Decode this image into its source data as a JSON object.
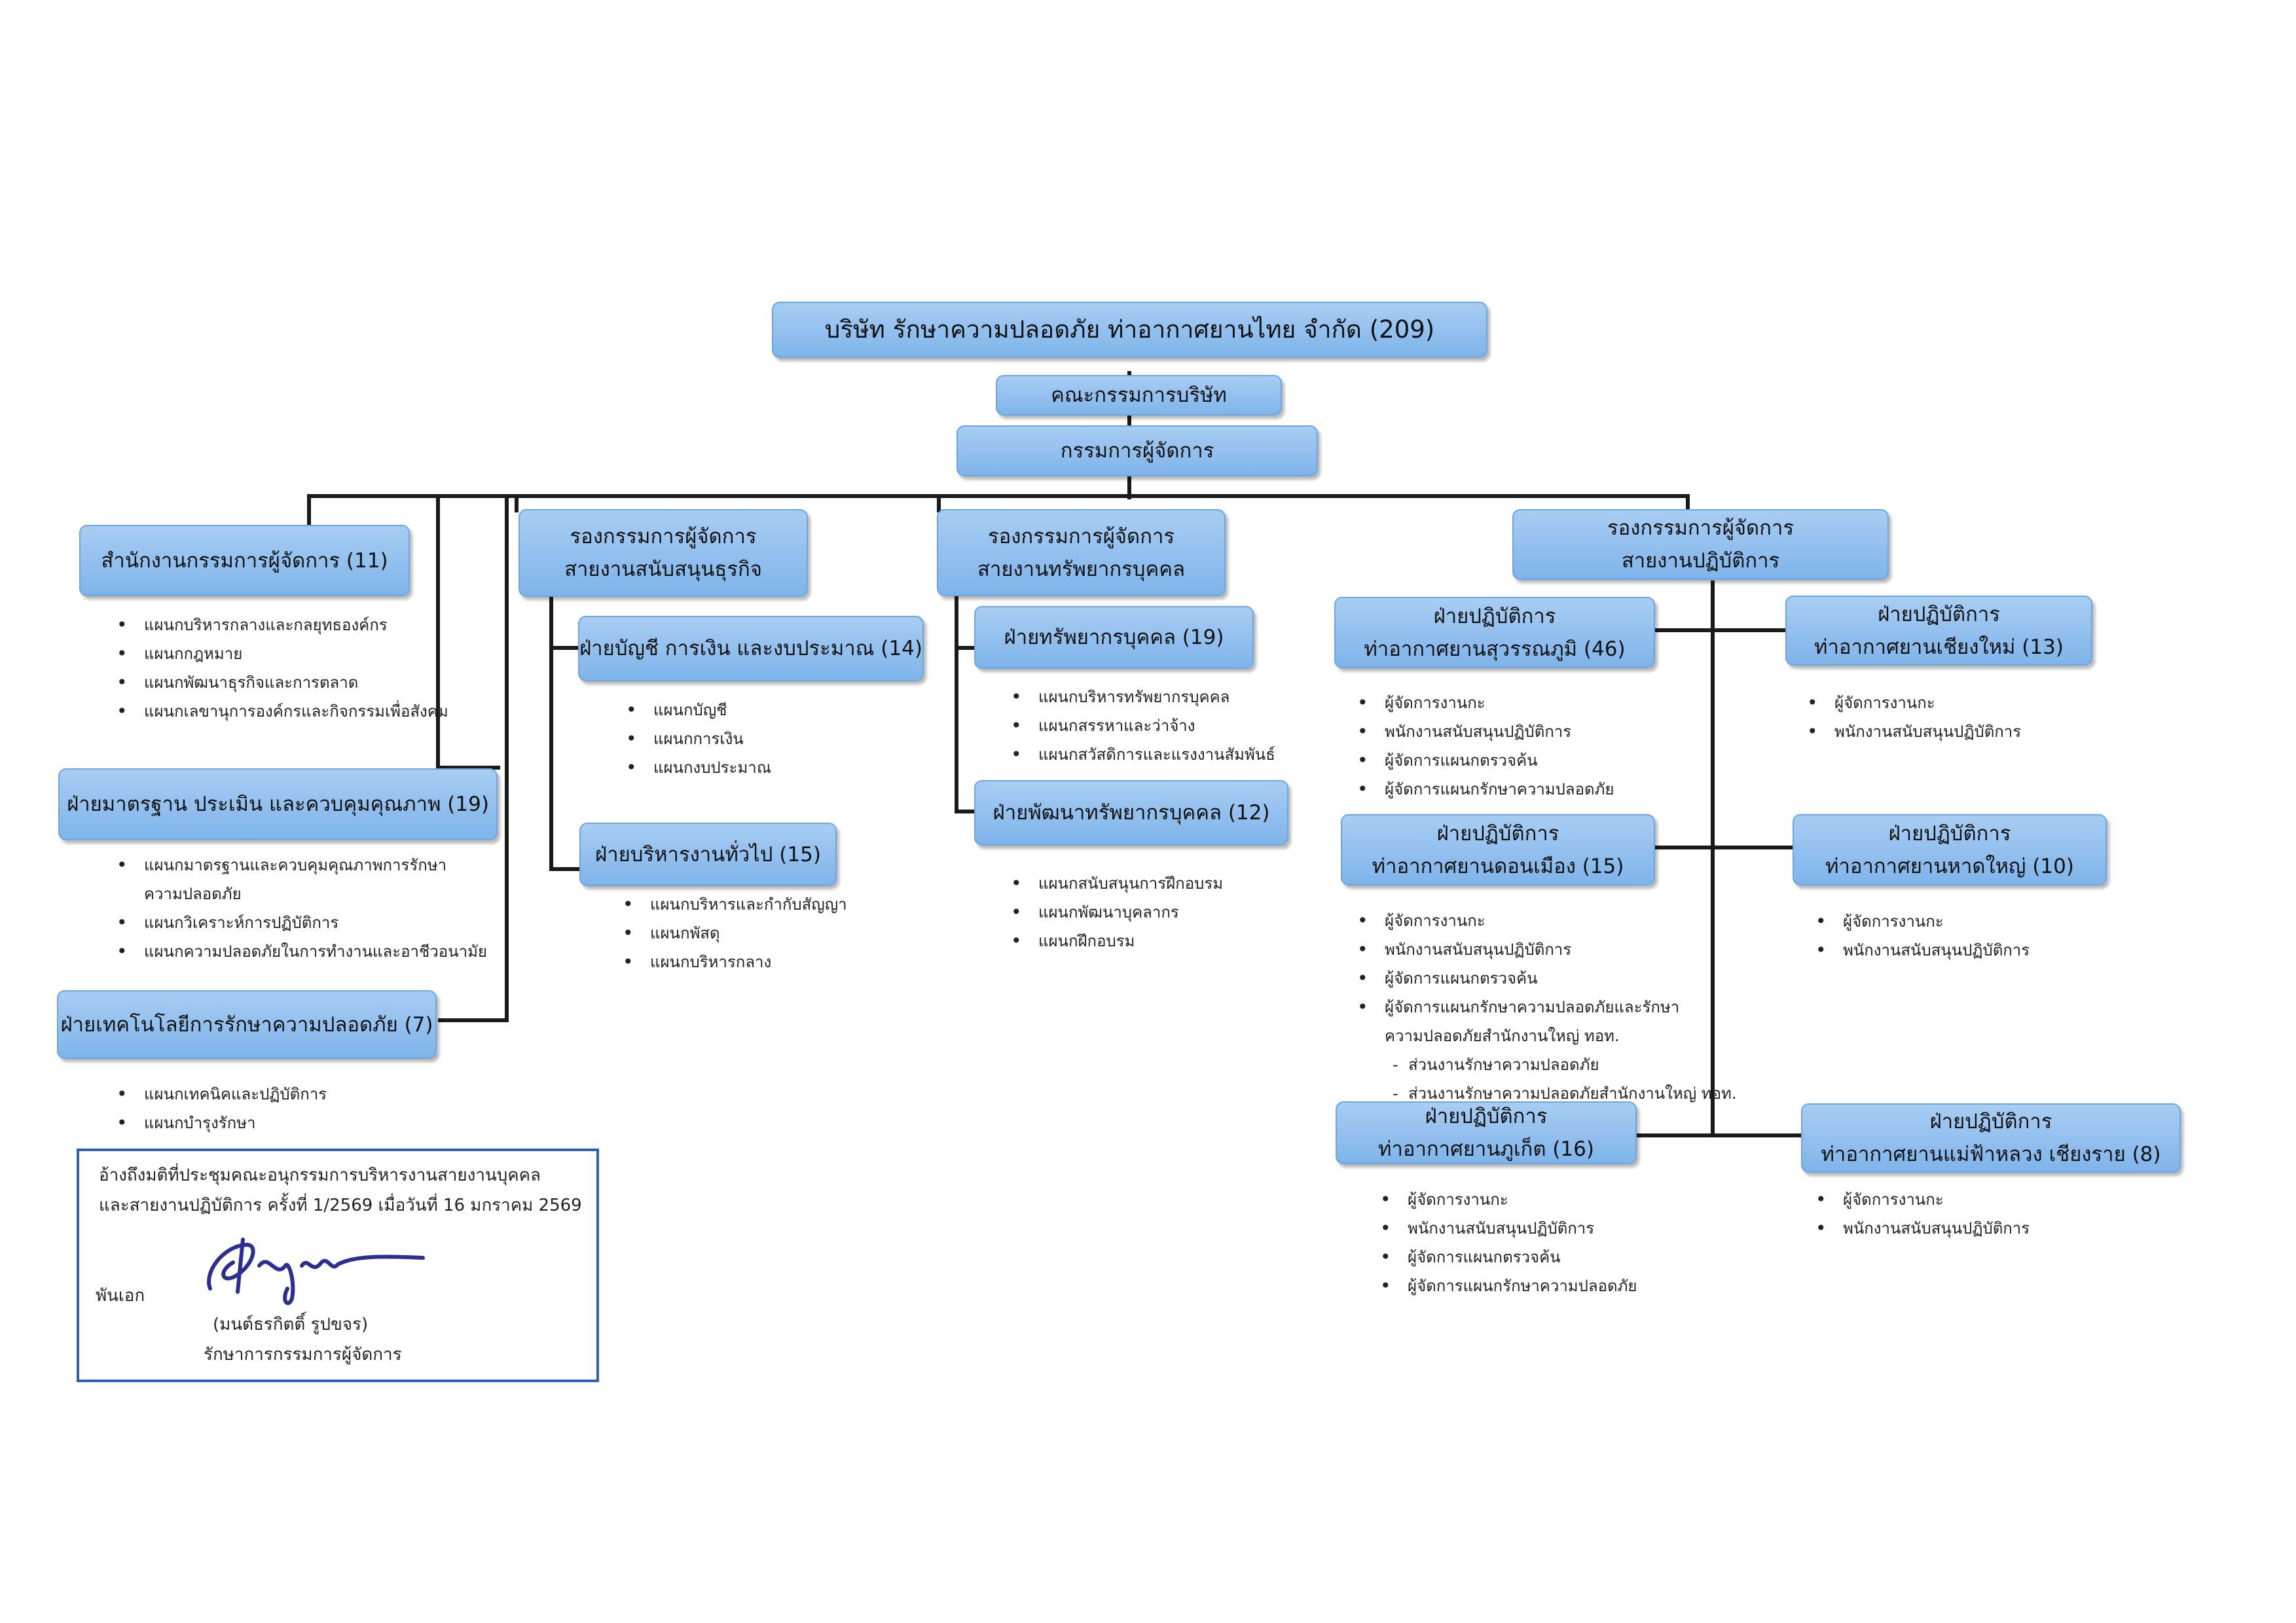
{
  "top": {
    "company": "บริษัท รักษาความปลอดภัย ท่าอากาศยานไทย จำกัด (209)",
    "board": "คณะกรรมการบริษัท",
    "md": "กรรมการผู้จัดการ"
  },
  "md_office": {
    "name": "สำนักงานกรรมการผู้จัดการ (11)",
    "items": [
      "แผนกบริหารกลางและกลยุทธองค์กร",
      "แผนกกฎหมาย",
      "แผนกพัฒนาธุรกิจและการตลาด",
      "แผนกเลขานุการองค์กรและกิจกรรมเพื่อสังคม"
    ]
  },
  "standards": {
    "name": "ฝ่ายมาตรฐาน ประเมิน และควบคุมคุณภาพ (19)",
    "items": [
      "แผนกมาตรฐานและควบคุมคุณภาพการรักษา",
      "ความปลอดภัย",
      "แผนกวิเคราะห์การปฏิบัติการ",
      "แผนกความปลอดภัยในการทำงานและอาชีวอนามัย"
    ]
  },
  "security_tech": {
    "name": "ฝ่ายเทคโนโลยีการรักษาความปลอดภัย (7)",
    "items": [
      "แผนกเทคนิคและปฏิบัติการ",
      "แผนกบำรุงรักษา"
    ]
  },
  "dmd_business": {
    "line1": "รองกรรมการผู้จัดการ",
    "line2": "สายงานสนับสนุนธุรกิจ",
    "finance": {
      "name": "ฝ่ายบัญชี การเงิน และงบประมาณ (14)",
      "items": [
        "แผนกบัญชี",
        "แผนกการเงิน",
        "แผนกงบประมาณ"
      ]
    },
    "admin": {
      "name": "ฝ่ายบริหารงานทั่วไป (15)",
      "items": [
        "แผนกบริหารและกำกับสัญญา",
        "แผนกพัสดุ",
        "แผนกบริหารกลาง"
      ]
    }
  },
  "dmd_hr": {
    "line1": "รองกรรมการผู้จัดการ",
    "line2": "สายงานทรัพยากรบุคคล",
    "hr": {
      "name": "ฝ่ายทรัพยากรบุคคล (19)",
      "items": [
        "แผนกบริหารทรัพยากรบุคคล",
        "แผนกสรรหาและว่าจ้าง",
        "แผนกสวัสดิการและแรงงานสัมพันธ์"
      ]
    },
    "hrd": {
      "name": "ฝ่ายพัฒนาทรัพยากรบุคคล (12)",
      "items": [
        "แผนกสนับสนุนการฝึกอบรม",
        "แผนกพัฒนาบุคลากร",
        "แผนกฝึกอบรม"
      ]
    }
  },
  "dmd_ops": {
    "line1": "รองกรรมการผู้จัดการ",
    "line2": "สายงานปฏิบัติการ",
    "bkk": {
      "line1": "ฝ่ายปฏิบัติการ",
      "line2": "ท่าอากาศยานสุวรรณภูมิ (46)",
      "items": [
        "ผู้จัดการงานกะ",
        "พนักงานสนับสนุนปฏิบัติการ",
        "ผู้จัดการแผนกตรวจค้น",
        "ผู้จัดการแผนกรักษาความปลอดภัย"
      ]
    },
    "cnx": {
      "line1": "ฝ่ายปฏิบัติการ",
      "line2": "ท่าอากาศยานเชียงใหม่ (13)",
      "items": [
        "ผู้จัดการงานกะ",
        "พนักงานสนับสนุนปฏิบัติการ"
      ]
    },
    "dmk": {
      "line1": "ฝ่ายปฏิบัติการ",
      "line2": "ท่าอากาศยานดอนเมือง (15)",
      "items": [
        "ผู้จัดการงานกะ",
        "พนักงานสนับสนุนปฏิบัติการ",
        "ผู้จัดการแผนกตรวจค้น",
        "ผู้จัดการแผนกรักษาความปลอดภัยและรักษา"
      ],
      "items_cont": "ความปลอดภัยสำนักงานใหญ่ ทอท.",
      "sub_items": [
        "ส่วนงานรักษาความปลอดภัย",
        "ส่วนงานรักษาความปลอดภัยสำนักงานใหญ่ ทอท."
      ]
    },
    "hdy": {
      "line1": "ฝ่ายปฏิบัติการ",
      "line2": "ท่าอากาศยานหาดใหญ่ (10)",
      "items": [
        "ผู้จัดการงานกะ",
        "พนักงานสนับสนุนปฏิบัติการ"
      ]
    },
    "hkt": {
      "line1": "ฝ่ายปฏิบัติการ",
      "line2": "ท่าอากาศยานภูเก็ต (16)",
      "items": [
        "ผู้จัดการงานกะ",
        "พนักงานสนับสนุนปฏิบัติการ",
        "ผู้จัดการแผนกตรวจค้น",
        "ผู้จัดการแผนกรักษาความปลอดภัย"
      ]
    },
    "cei": {
      "line1": "ฝ่ายปฏิบัติการ",
      "line2": "ท่าอากาศยานแม่ฟ้าหลวง เชียงราย (8)",
      "items": [
        "ผู้จัดการงานกะ",
        "พนักงานสนับสนุนปฏิบัติการ"
      ]
    }
  },
  "reference": {
    "line1": "อ้างถึงมติที่ประชุมคณะอนุกรรมการบริหารงานสายงานบุคคล",
    "line2": "และสายงานปฏิบัติการ ครั้งที่ 1/2569 เมื่อวันที่ 16 มกราคม 2569",
    "rank": "พันเอก",
    "signer": "(มนต์ธรกิตติ์ รูปขจร)",
    "position": "รักษาการกรรมการผู้จัดการ"
  },
  "colors": {
    "box_fill": "#8fc0ef",
    "box_border": "#6ea5de",
    "connector": "#1a1a1a",
    "ref_border": "#2f62b4",
    "signature_ink": "#2b2f8f"
  }
}
